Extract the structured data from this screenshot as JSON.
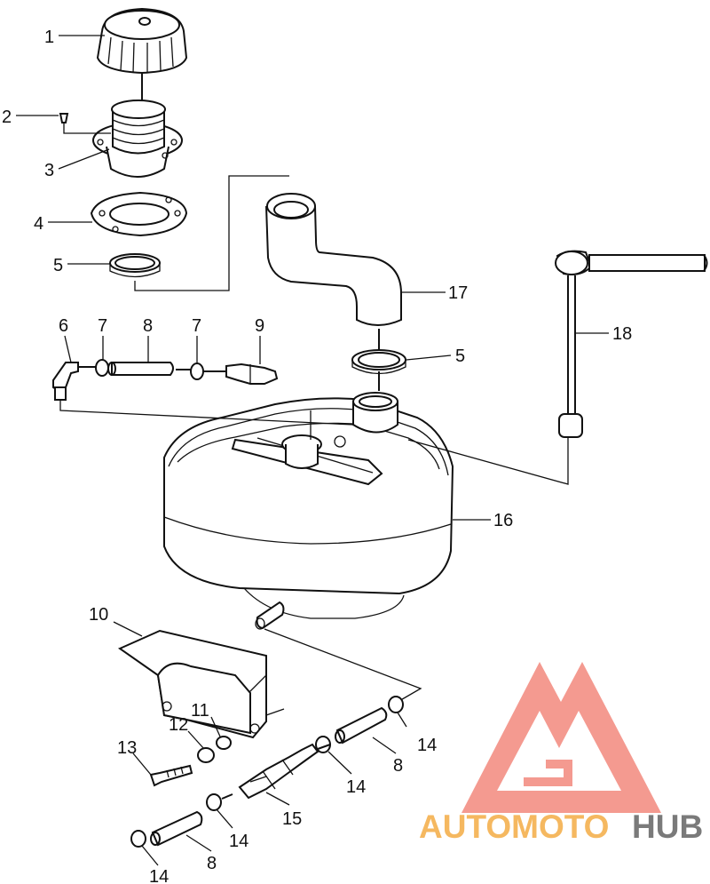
{
  "callouts": {
    "c1": "1",
    "c2": "2",
    "c3": "3",
    "c4": "4",
    "c5a": "5",
    "c5b": "5",
    "c6": "6",
    "c7a": "7",
    "c7b": "7",
    "c8a": "8",
    "c8b": "8",
    "c8c": "8",
    "c9": "9",
    "c10": "10",
    "c11": "11",
    "c12": "12",
    "c13": "13",
    "c14a": "14",
    "c14b": "14",
    "c14c": "14",
    "c14d": "14",
    "c15": "15",
    "c16": "16",
    "c17": "17",
    "c18": "18"
  },
  "watermark": {
    "part1": "AUTOMOTO",
    "part2": "HUB",
    "color_primary": "#f28b82",
    "color_secondary": "#f5c26b",
    "color_tertiary": "#7a7a7a"
  }
}
